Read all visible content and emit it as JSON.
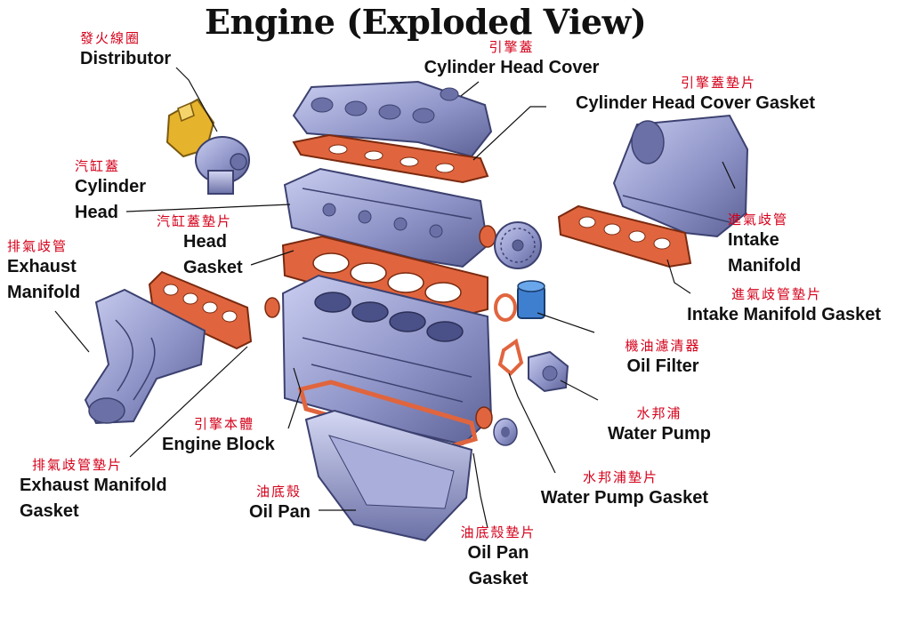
{
  "title": "Engine (Exploded View)",
  "parts": {
    "distributor": {
      "cn": "發火線圈",
      "en": "Distributor"
    },
    "cylinder_head_cover": {
      "cn": "引擎蓋",
      "en": "Cylinder Head Cover"
    },
    "cylinder_head_cover_gasket": {
      "cn": "引擎蓋墊片",
      "en": "Cylinder Head Cover Gasket"
    },
    "cylinder_head": {
      "cn": "汽缸蓋",
      "en_1": "Cylinder",
      "en_2": "Head"
    },
    "head_gasket": {
      "cn": "汽缸蓋墊片",
      "en_1": "Head",
      "en_2": "Gasket"
    },
    "intake_manifold": {
      "cn": "進氣歧管",
      "en_1": "Intake",
      "en_2": "Manifold"
    },
    "exhaust_manifold": {
      "cn": "排氣歧管",
      "en_1": "Exhaust",
      "en_2": "Manifold"
    },
    "intake_manifold_gasket": {
      "cn": "進氣歧管墊片",
      "en": "Intake Manifold Gasket"
    },
    "oil_filter": {
      "cn": "機油濾清器",
      "en": "Oil Filter"
    },
    "water_pump": {
      "cn": "水邦浦",
      "en": "Water Pump"
    },
    "engine_block": {
      "cn": "引擎本體",
      "en": "Engine Block"
    },
    "exhaust_manifold_gasket": {
      "cn": "排氣歧管墊片",
      "en_1": "Exhaust Manifold",
      "en_2": "Gasket"
    },
    "water_pump_gasket": {
      "cn": "水邦浦墊片",
      "en": "Water Pump Gasket"
    },
    "oil_pan": {
      "cn": "油底殼",
      "en": "Oil Pan"
    },
    "oil_pan_gasket": {
      "cn": "油底殼墊片",
      "en_1": "Oil Pan",
      "en_2": "Gasket"
    }
  },
  "colors": {
    "metal": "#8f95c8",
    "metal_dark": "#5c6296",
    "gasket": "#e0653e",
    "label_chinese": "#d4001a",
    "label_english": "#111111",
    "distributor_cap": "#e6b32c"
  }
}
